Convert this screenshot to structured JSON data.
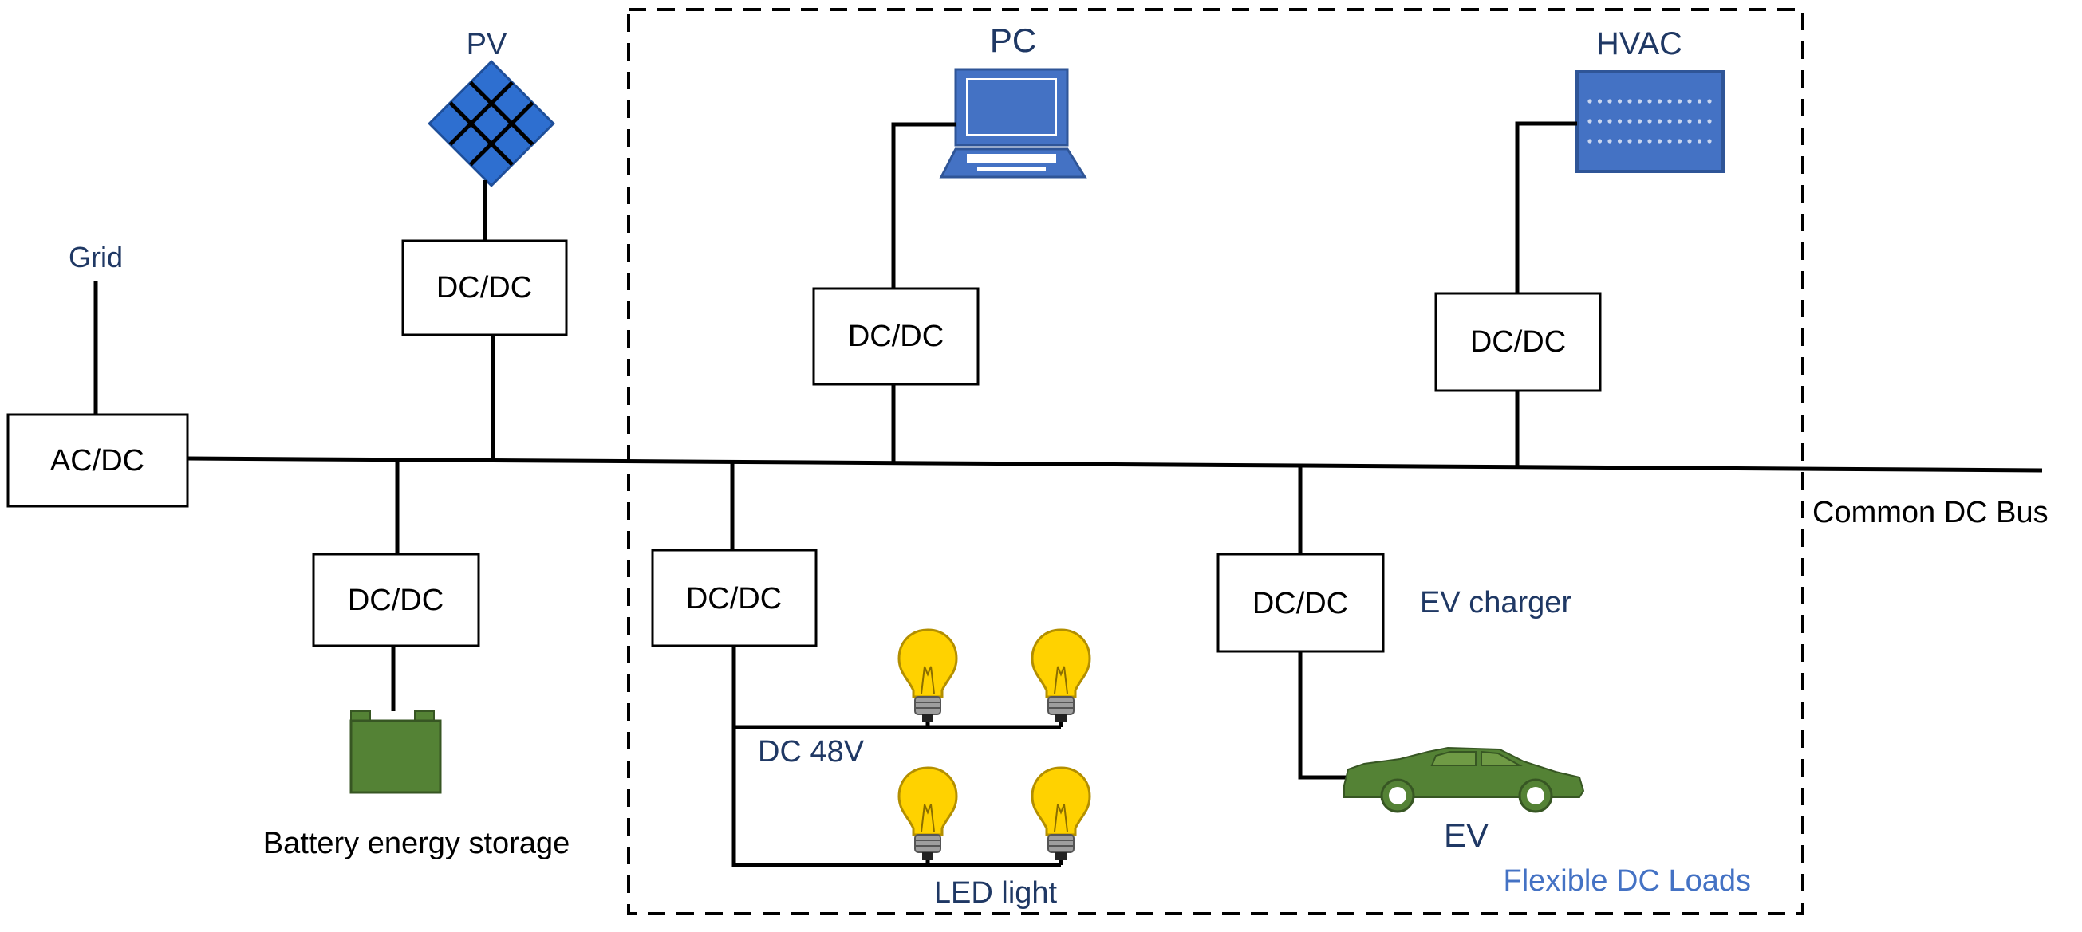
{
  "labels": {
    "grid": "Grid",
    "pv": "PV",
    "pc": "PC",
    "hvac": "HVAC",
    "common_dc_bus": "Common DC Bus",
    "ev_charger": "EV charger",
    "ev": "EV",
    "dc48v": "DC 48V",
    "led_light": "LED light",
    "battery": "Battery energy storage",
    "flexible_loads": "Flexible DC Loads"
  },
  "converters": {
    "acdc": "AC/DC",
    "pv_dcdc": "DC/DC",
    "battery_dcdc": "DC/DC",
    "pc_dcdc": "DC/DC",
    "hvac_dcdc": "DC/DC",
    "led_dcdc": "DC/DC",
    "ev_dcdc": "DC/DC"
  },
  "colors": {
    "label_dark_blue": "#1f3864",
    "label_blue": "#4472c4",
    "device_blue": "#4472c4",
    "battery_green": "#548235",
    "car_green": "#548235",
    "bulb_yellow": "#ffd200"
  },
  "icons": [
    "solar-panel-icon",
    "laptop-icon",
    "hvac-unit-icon",
    "battery-icon",
    "light-bulb-icon",
    "electric-car-icon"
  ]
}
